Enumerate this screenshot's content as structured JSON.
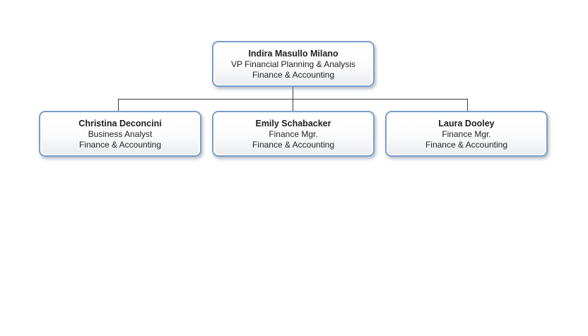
{
  "org_chart": {
    "root": {
      "name": "Indira Masullo Milano",
      "title": "VP Financial Planning & Analysis",
      "department": "Finance & Accounting"
    },
    "children": [
      {
        "name": "Christina Deconcini",
        "title": "Business Analyst",
        "department": "Finance & Accounting"
      },
      {
        "name": "Emily Schabacker",
        "title": "Finance Mgr.",
        "department": "Finance & Accounting"
      },
      {
        "name": "Laura Dooley",
        "title": "Finance Mgr.",
        "department": "Finance & Accounting"
      }
    ],
    "colors": {
      "box_border": "#7a9dc9",
      "box_fill_top": "#ffffff",
      "box_fill_bottom": "#e9ebee",
      "connector": "#3d3d3d",
      "text": "#1f1f1f",
      "background": "#ffffff"
    }
  }
}
